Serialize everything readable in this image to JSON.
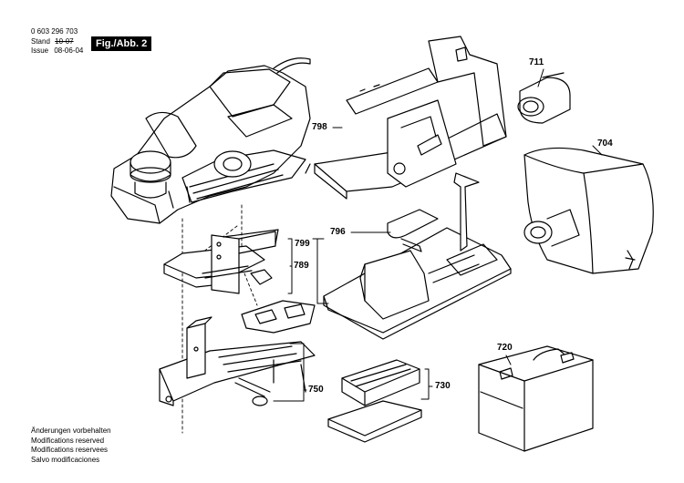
{
  "header": {
    "part_number": "0 603 296 703",
    "stand_label": "Stand",
    "stand_value": "10-07",
    "issue_label": "Issue",
    "issue_value": "08-06-04",
    "figure": "Fig./Abb. 2"
  },
  "labels": {
    "p711": "711",
    "p704": "704",
    "p798": "798",
    "p799": "799",
    "p796": "796",
    "p789": "789",
    "p750": "750",
    "p720": "720",
    "p730": "730"
  },
  "footer": [
    "Änderungen vorbehalten",
    "Modifications reserved",
    "Modifications reservees",
    "Salvo modificaciones"
  ]
}
